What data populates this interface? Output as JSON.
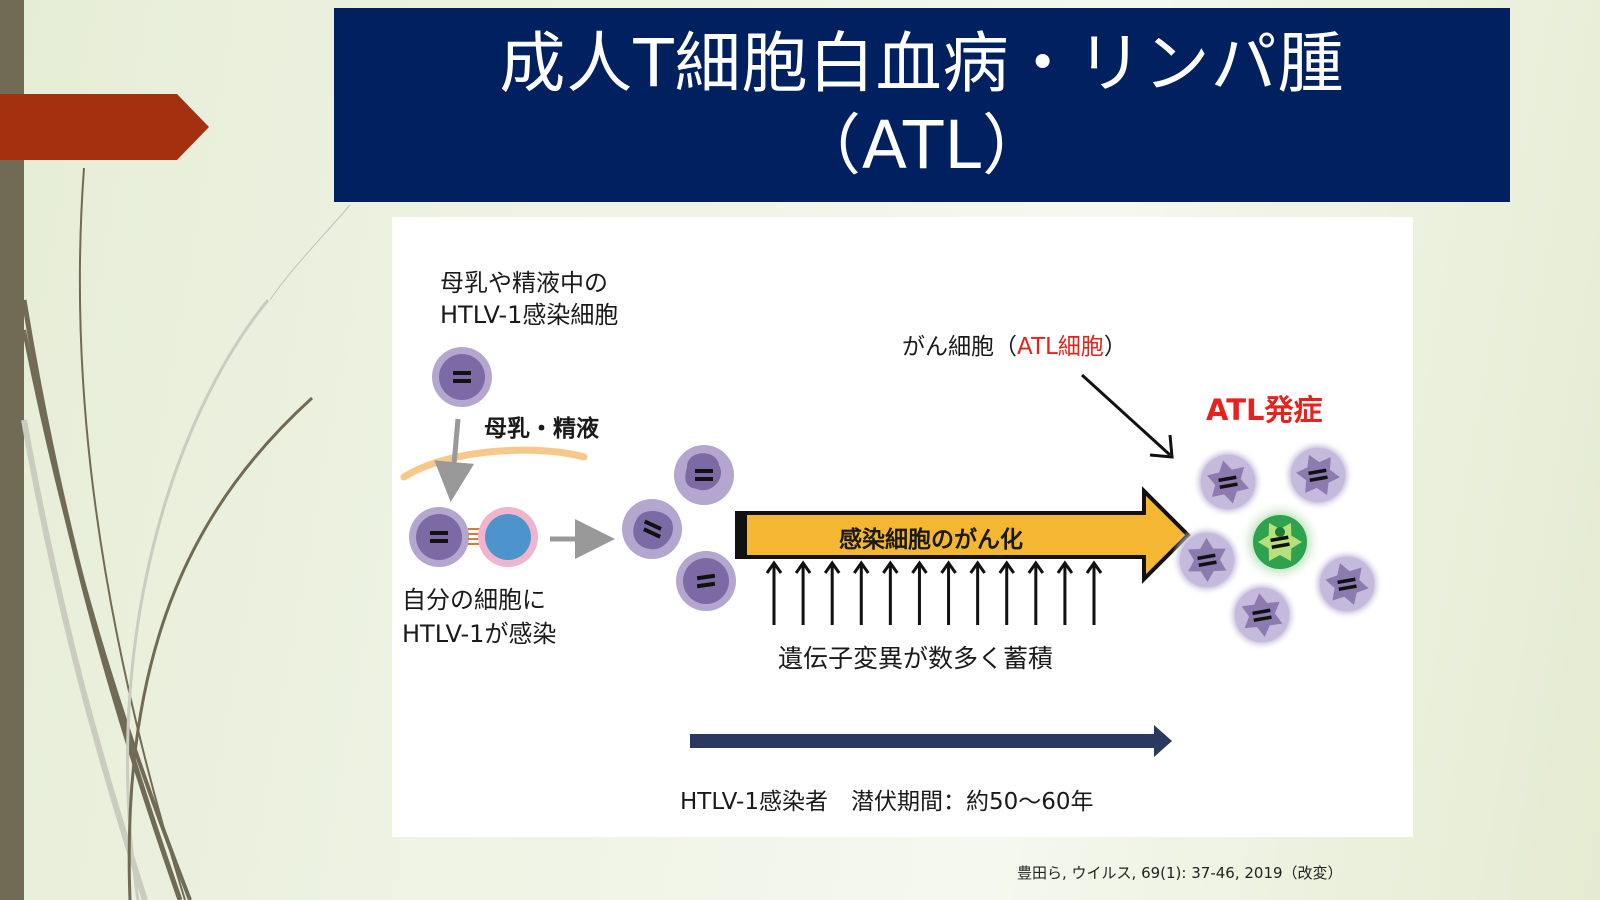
{
  "slide": {
    "title_line1": "成人T細胞白血病・リンパ腫",
    "title_line2": "（ATL）",
    "colors": {
      "title_bg": "#002060",
      "accent_arrow": "#a5300f",
      "side_bar": "#716a54",
      "progress_arrow": "#f5b731",
      "timeline_arrow": "#2b3860",
      "highlight_text": "#e8211c",
      "cell_purple": "#8d7bb0",
      "cell_green": "#2ea24f"
    }
  },
  "diagram": {
    "source_label_line1": "母乳や精液中の",
    "source_label_line2": "HTLV-1感染細胞",
    "route_label": "母乳・精液",
    "infection_label_line1": "自分の細胞に",
    "infection_label_line2": "HTLV-1が感染",
    "progress_arrow_label": "感染細胞のがん化",
    "mutation_label": "遺伝子変異が数多く蓄積",
    "mutation_arrow_count": 12,
    "cancer_cell_prefix": "がん細胞（",
    "cancer_cell_highlight": "ATL細胞",
    "cancer_cell_suffix": "）",
    "onset_label": "ATL発症",
    "timeline_label": "HTLV-1感染者　潜伏期間：約50～60年"
  },
  "citation": "豊田ら, ウイルス, 69(1): 37-46, 2019（改変）"
}
